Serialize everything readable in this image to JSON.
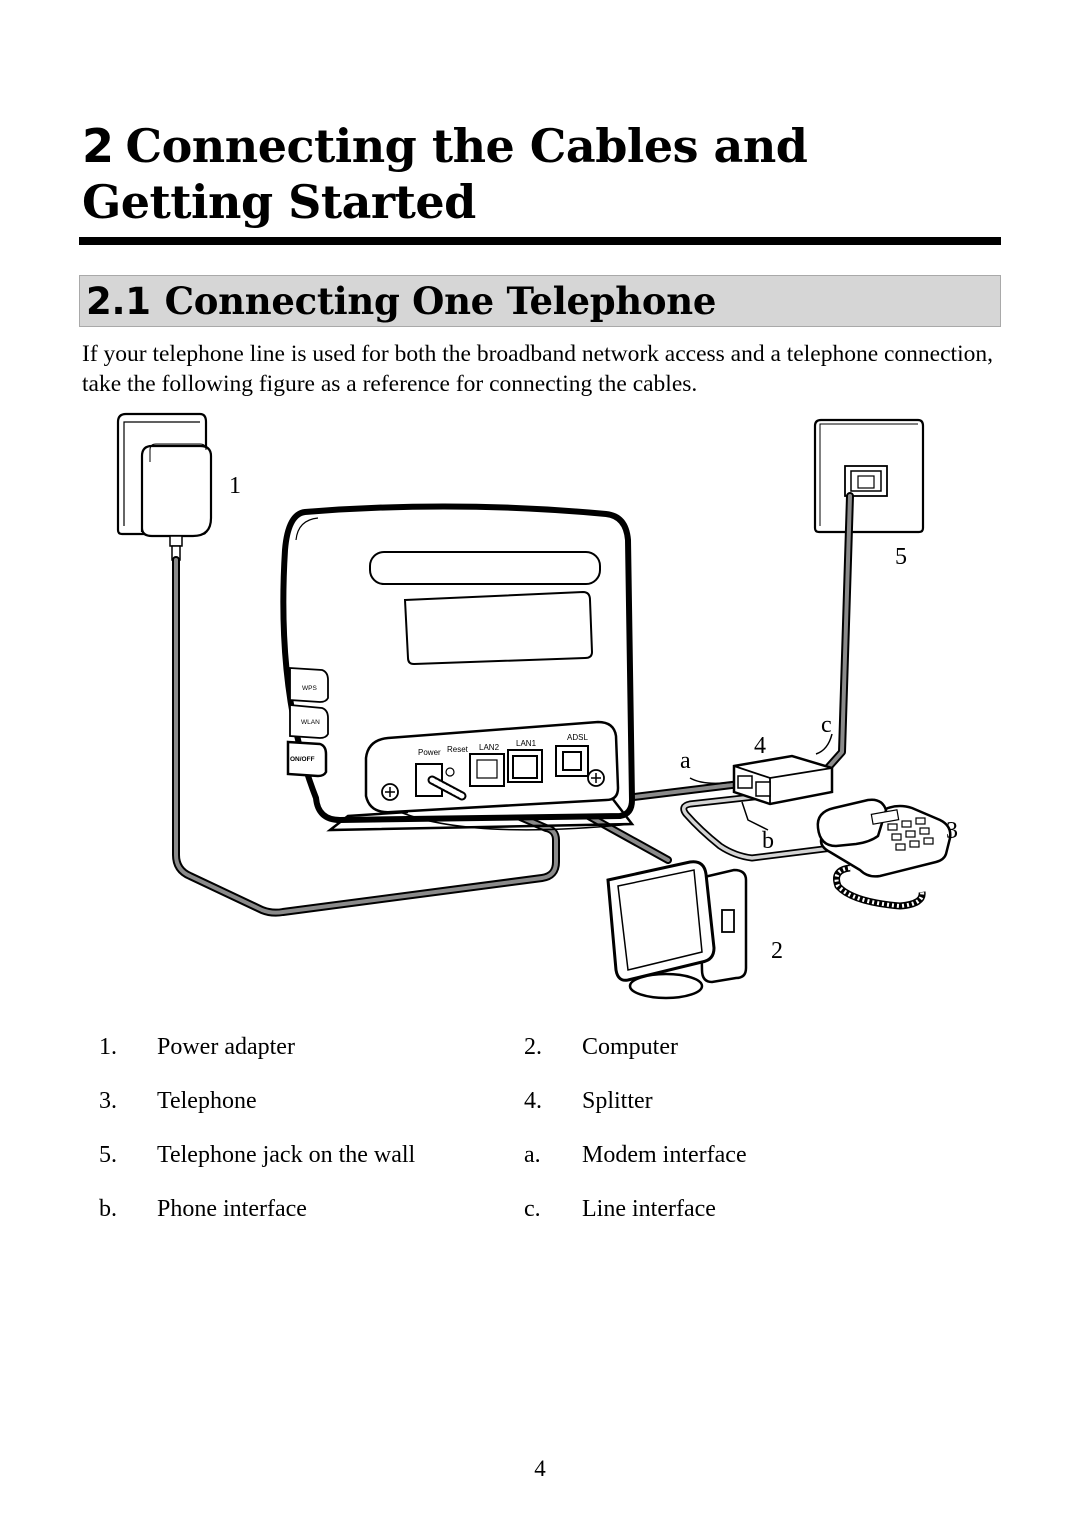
{
  "chapter": {
    "number": "2",
    "title": "Connecting the Cables and Getting Started"
  },
  "section": {
    "number": "2.1",
    "title": "Connecting One Telephone"
  },
  "intro": "If your telephone line is used for both the broadband network access and a telephone connection, take the following figure as a reference for connecting the cables.",
  "figure": {
    "callouts": {
      "power_adapter": "1",
      "computer": "2",
      "telephone": "3",
      "splitter": "4",
      "wall_jack": "5",
      "modem_interface": "a",
      "phone_interface": "b",
      "line_interface": "c"
    },
    "router_labels": {
      "wps": "WPS",
      "wlan": "WLAN",
      "onoff": "ON/OFF",
      "power": "Power",
      "reset": "Reset",
      "lan2": "LAN2",
      "lan1": "LAN1",
      "adsl": "ADSL"
    }
  },
  "legend": [
    {
      "key": "1.",
      "label": "Power adapter"
    },
    {
      "key": "2.",
      "label": "Computer"
    },
    {
      "key": "3.",
      "label": "Telephone"
    },
    {
      "key": "4.",
      "label": "Splitter"
    },
    {
      "key": "5.",
      "label": "Telephone jack on the wall"
    },
    {
      "key": "a.",
      "label": "Modem interface"
    },
    {
      "key": "b.",
      "label": "Phone interface"
    },
    {
      "key": "c.",
      "label": "Line interface"
    }
  ],
  "page_number": "4"
}
